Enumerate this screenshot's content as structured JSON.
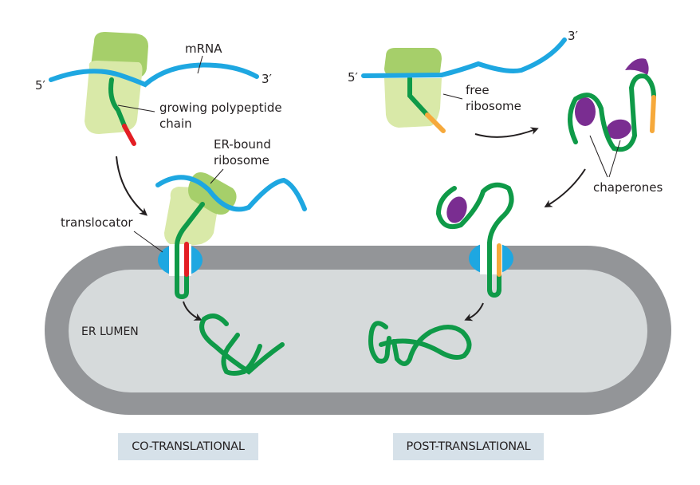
{
  "colors": {
    "mrna": "#1ea7e1",
    "polypeptide": "#0f9a48",
    "signal_sequence_co": "#e31e24",
    "signal_sequence_post": "#f6a93b",
    "ribosome_large": "#a6cf6a",
    "ribosome_small": "#d9e9a8",
    "chaperone": "#7a2d91",
    "translocator": "#1ea7e1",
    "er_membrane": "#939598",
    "er_lumen": "#d6dadb",
    "caption_bg": "#d6e1e9",
    "arrow": "#231f20"
  },
  "labels": {
    "mrna": "mRNA",
    "five_prime_left": "5′",
    "three_prime_left": "3′",
    "growing_chain_line1": "growing polypeptide",
    "growing_chain_line2": "chain",
    "er_bound_line1": "ER-bound",
    "er_bound_line2": "ribosome",
    "translocator": "translocator",
    "five_prime_right": "5′",
    "three_prime_right": "3′",
    "free_ribosome_line1": "free",
    "free_ribosome_line2": "ribosome",
    "chaperones": "chaperones",
    "er_lumen": "ER LUMEN"
  },
  "captions": {
    "co_translational": "CO-TRANSLATIONAL",
    "post_translational": "POST-TRANSLATIONAL"
  }
}
